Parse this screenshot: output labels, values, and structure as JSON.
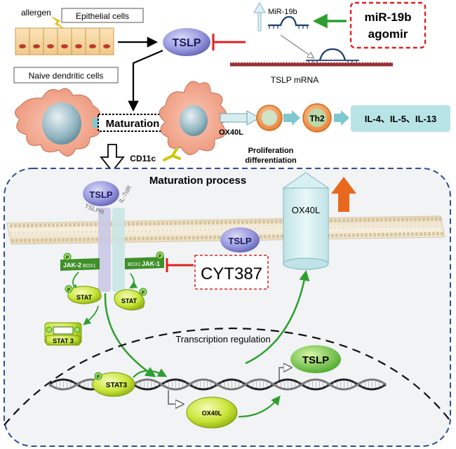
{
  "labels": {
    "allergen": "allergen",
    "epithelial_cells": "Epithelial cells",
    "tslp_top": "TSLP",
    "mir19b_small": "MiR-19b",
    "agomir_line1": "miR-19b",
    "agomir_line2": "agomir",
    "tslp_mrna": "TSLP mRNA",
    "naive_dc": "Naive dendritic cells",
    "maturation": "Maturation",
    "ox40l_top": "OX40L",
    "th2": "Th2",
    "cytokines": "IL-4、IL-5、IL-13",
    "proliferation_line1": "Proliferation",
    "proliferation_line2": "differentiation",
    "cd11c": "CD11c",
    "maturation_process": "Maturation  process",
    "tslp_receptor_bound": "TSLP",
    "tslpr": "TSLPR",
    "il7ar": "IL-7αR",
    "tslp_membrane": "TSLP",
    "ox40l_channel": "OX40L",
    "jak2": "JAK-2",
    "box1_left": "BOX1",
    "box1_right": "BOX1",
    "jak1": "JAK-1",
    "cyt387": "CYT387",
    "stat_left": "STAT",
    "stat_right": "STAT",
    "p": "P",
    "stat3_dimer": "STAT 3",
    "transcription_regulation": "Transcription regulation",
    "tslp_nucleus": "TSLP",
    "stat3_nucleus": "STAT3",
    "ox40l_nucleus": "OX40L"
  },
  "colors": {
    "dashed_border": "#2f4f8f",
    "inhibitor_red": "#e02020",
    "activation_green": "#2e9e2e",
    "arrow_orange": "#e8691e",
    "tslp_purple": "#8f8fd8",
    "cytokine_box": "#b8e4e6",
    "lime_protein": "#c6e62a"
  }
}
